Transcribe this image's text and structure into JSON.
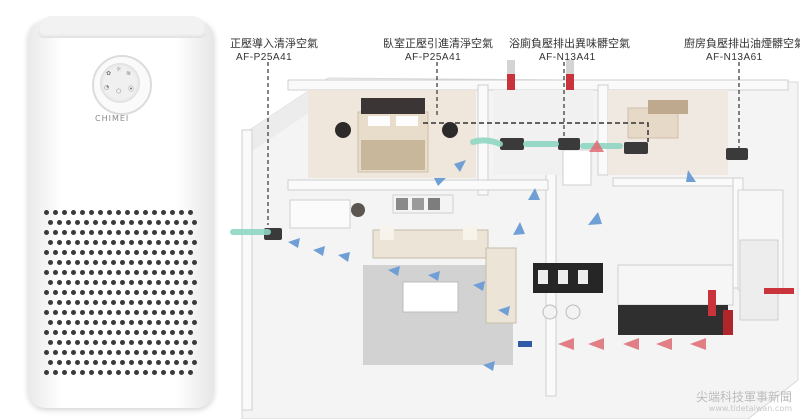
{
  "product": {
    "brand": "CHIMEI",
    "control_glyphs": [
      "✿",
      "☼",
      "≋",
      "◔",
      "⬡",
      "⦿"
    ]
  },
  "callouts": [
    {
      "title": "正壓導入清淨空氣",
      "model": "AF-P25A41"
    },
    {
      "title": "臥室正壓引進清淨空氣",
      "model": "AF-P25A41"
    },
    {
      "title": "浴廁負壓排出異味髒空氣",
      "model": "AF-N13A41"
    },
    {
      "title": "廚房負壓排出油煙髒空氣",
      "model": "AF-N13A61"
    }
  ],
  "watermark": {
    "name": "尖端科技軍事新聞",
    "url": "www.tidetaiwan.com"
  },
  "colors": {
    "clean_air": "#8fd6c3",
    "flow_blue": "#6f9fd4",
    "dirty_air": "#e06a72",
    "duct_red": "#c9333b"
  }
}
